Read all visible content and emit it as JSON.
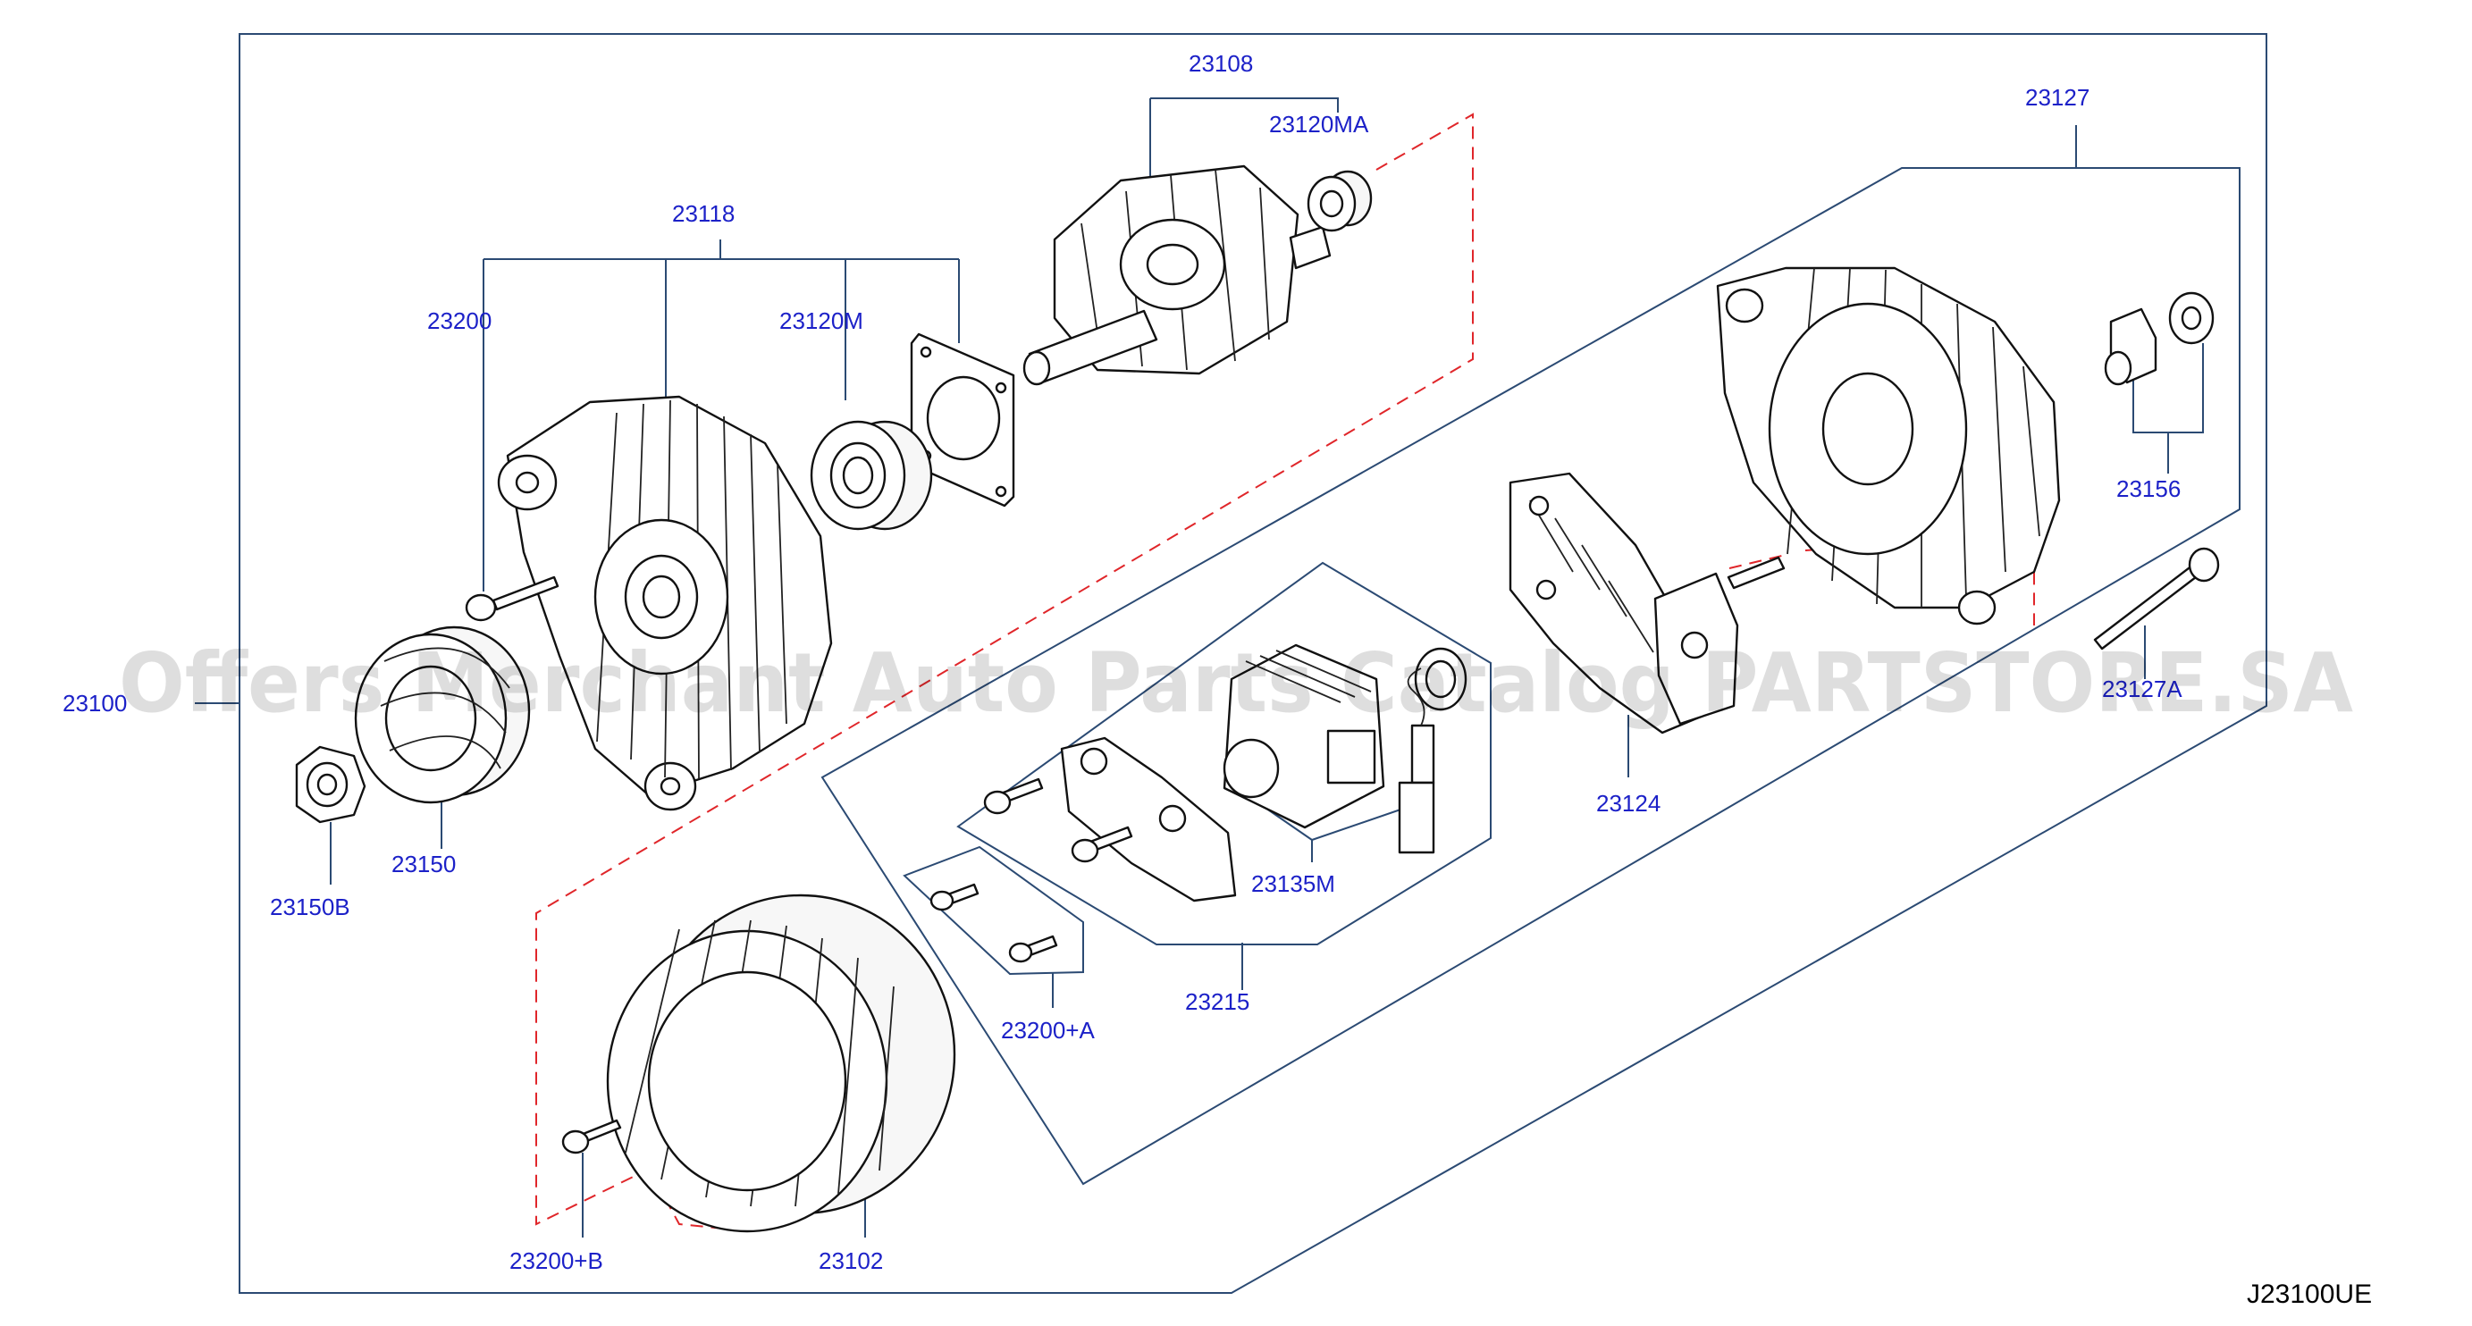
{
  "diagram": {
    "code": "J23100UE",
    "watermark": "Offers Merchant Auto Parts Catalog PARTSTORE.SA",
    "colors": {
      "callout": "#1c21c8",
      "frame": "#2b4a73",
      "dash": "#e0262a",
      "part": "#111111"
    },
    "callouts": {
      "c23100": "23100",
      "c23108": "23108",
      "c23120ma": "23120MA",
      "c23118": "23118",
      "c23200": "23200",
      "c23120m": "23120M",
      "c23127": "23127",
      "c23156": "23156",
      "c23127a": "23127A",
      "c23124": "23124",
      "c23135m": "23135M",
      "c23215": "23215",
      "c23200a": "23200+A",
      "c23150": "23150",
      "c23150b": "23150B",
      "c23200b": "23200+B",
      "c23102": "23102"
    }
  }
}
